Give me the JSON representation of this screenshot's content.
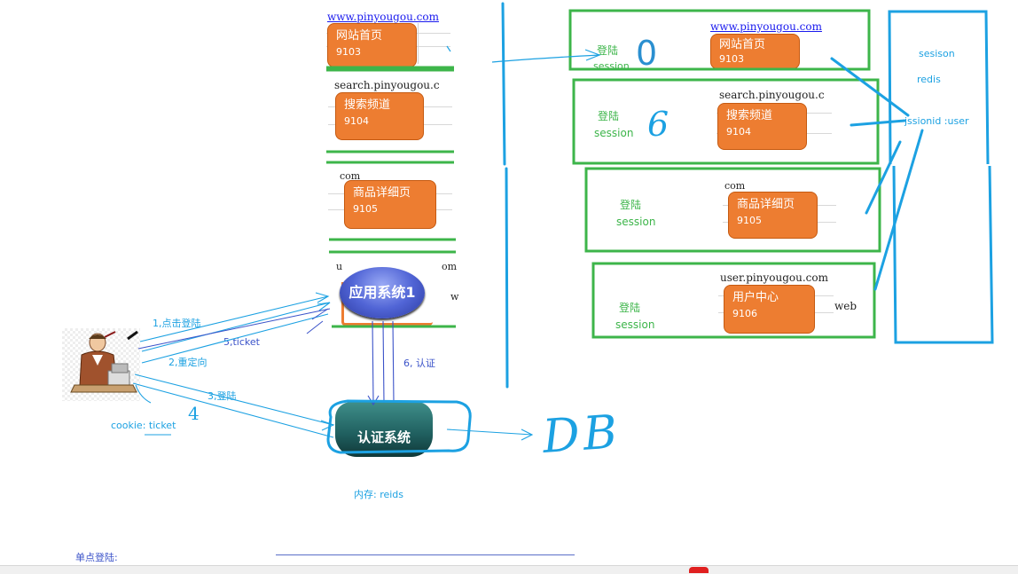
{
  "left_column": {
    "rows": [
      {
        "url": "www.pinyougou.com",
        "name": "网站首页",
        "port": "9103"
      },
      {
        "url": "search.pinyougou.c",
        "name": "搜索频道",
        "port": "9104"
      },
      {
        "url": "com",
        "name": "商品详细页",
        "port": "9105"
      },
      {
        "url": "u",
        "url_tail": "om",
        "web": "w"
      }
    ],
    "app_system": "应用系统1"
  },
  "right_column": {
    "rows": [
      {
        "login": "登陆",
        "session": "session",
        "url": "www.pinyougou.com",
        "name": "网站首页",
        "port": "9103",
        "scribble": "0"
      },
      {
        "login": "登陆",
        "session": "session",
        "url": "search.pinyougou.c",
        "name": "搜索频道",
        "port": "9104",
        "scribble": "6"
      },
      {
        "login": "登陆",
        "session": "session",
        "url": "com",
        "name": "商品详细页",
        "port": "9105"
      },
      {
        "login": "登陆",
        "session": "session",
        "url": "user.pinyougou.com",
        "name": "用户中心",
        "port": "9106",
        "web": "web"
      }
    ],
    "redis_box": {
      "line1": "sesison",
      "line2": "redis",
      "line3": "jssionid :user"
    }
  },
  "flow": {
    "step1": "1,点击登陆",
    "step2": "2,重定向",
    "step3": "3,登陆",
    "step4": "4",
    "step5": "5,ticket",
    "step6": "6, 认证",
    "cookie": "cookie: ticket"
  },
  "auth": {
    "name": "认证系统",
    "memory": "内存: reids",
    "db_scribble": "DB"
  },
  "footer": {
    "title": "单点登陆:"
  },
  "colors": {
    "green": "#3db54a",
    "blue": "#1ca1e2",
    "orange": "#ed7d31",
    "purple": "#3b53c9"
  }
}
